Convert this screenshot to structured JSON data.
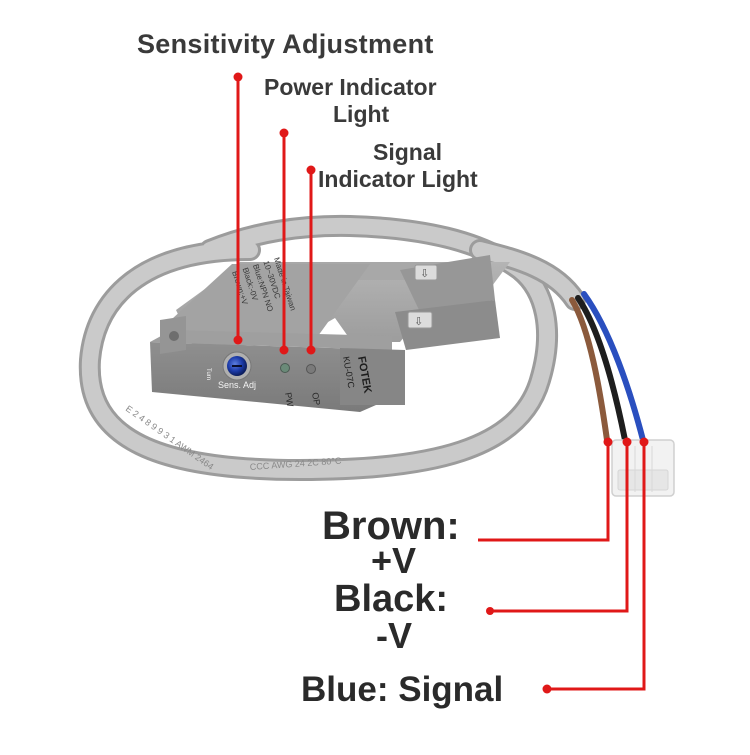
{
  "labels": {
    "sensitivity": "Sensitivity Adjustment",
    "power_line1": "Power Indicator",
    "power_line2": "Light",
    "signal_line1": "Signal",
    "signal_line2": "Indicator Light",
    "brown_line1": "Brown:",
    "brown_line2": "+V",
    "black_line1": "Black:",
    "black_line2": "-V",
    "blue": "Blue: Signal"
  },
  "device": {
    "brand": "FOTEK",
    "model": "KU-07C",
    "sens_adj": "Sens. Adj",
    "pw": "PW",
    "op": "OP",
    "turn_label": "Turn",
    "top_lines": [
      "Brown:+V",
      "Black:-0V",
      "Blue:NPN NO",
      "10~30VDC",
      "Made in Taiwan"
    ]
  },
  "colors": {
    "callout_line": "#e01818",
    "housing": "#8e8e8e",
    "cable": "#c2c2c2",
    "wire_brown": "#8b5a3c",
    "wire_black": "#1e1e1e",
    "wire_blue": "#2a4fbf"
  },
  "icons": [
    "arrow-icon"
  ]
}
